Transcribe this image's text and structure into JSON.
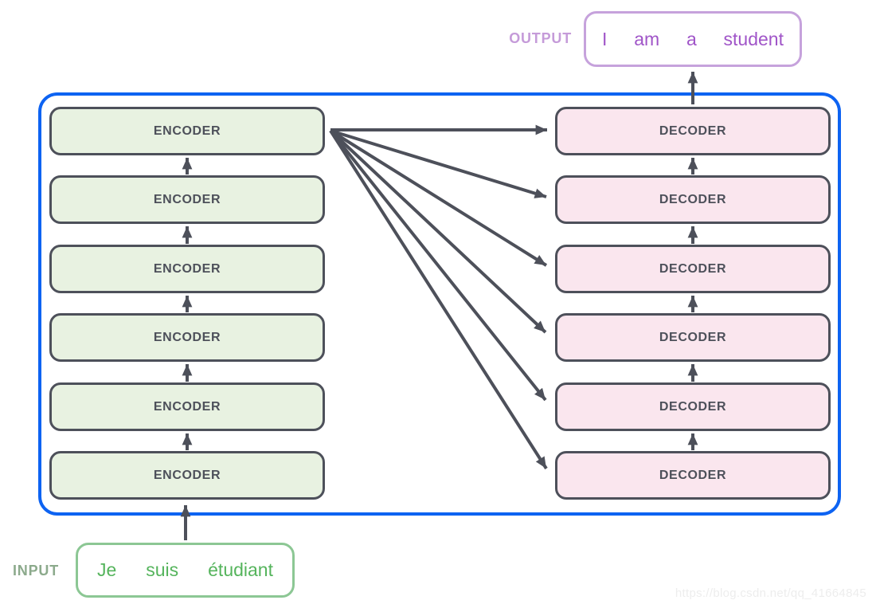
{
  "diagram": {
    "output": {
      "label": "OUTPUT",
      "tokens": [
        "I",
        "am",
        "a",
        "student"
      ]
    },
    "input": {
      "label": "INPUT",
      "tokens": [
        "Je",
        "suis",
        "étudiant"
      ]
    },
    "encoders": [
      "ENCODER",
      "ENCODER",
      "ENCODER",
      "ENCODER",
      "ENCODER",
      "ENCODER"
    ],
    "decoders": [
      "DECODER",
      "DECODER",
      "DECODER",
      "DECODER",
      "DECODER",
      "DECODER"
    ]
  },
  "watermark": "https://blog.csdn.net/qq_41664845",
  "colors": {
    "arrow": "#4d505a",
    "block_border": "#4d505a",
    "encoder_fill": "#e8f2e1",
    "decoder_fill": "#fae6ee",
    "container_border": "#0d63f2",
    "output_box_border": "#c6a2dc",
    "output_text": "#a055c8",
    "output_label": "#c59bd9",
    "input_box_border": "#8cc794",
    "input_text": "#55b45c",
    "input_label": "#8caa8c",
    "watermark_text": "#ededed"
  }
}
